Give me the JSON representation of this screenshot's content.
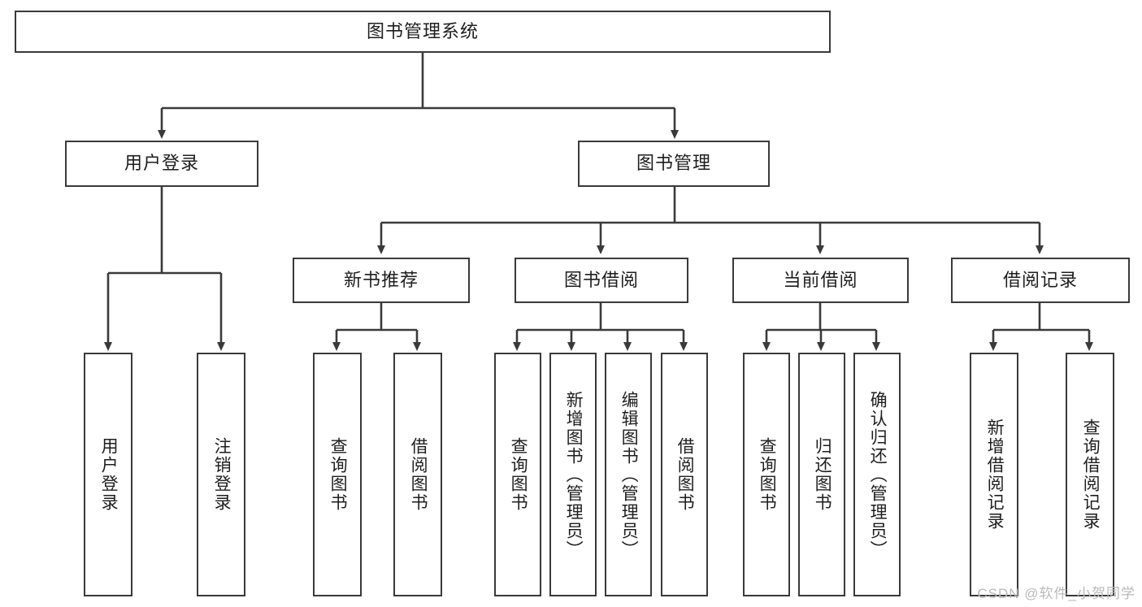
{
  "diagram": {
    "title": "图书管理系统",
    "watermark": "CSDN @软件_小贺同学",
    "line_color": "#3a3a3a",
    "box_fill": "#ffffff",
    "text_color": "#1e1e1e",
    "levels": {
      "root": {
        "label": "图书管理系统"
      },
      "level2": [
        {
          "label": "用户登录"
        },
        {
          "label": "图书管理"
        }
      ],
      "level3": [
        {
          "label": "新书推荐"
        },
        {
          "label": "图书借阅"
        },
        {
          "label": "当前借阅"
        },
        {
          "label": "借阅记录"
        }
      ],
      "leaves": [
        {
          "label": "用户登录",
          "parent": "用户登录"
        },
        {
          "label": "注销登录",
          "parent": "用户登录"
        },
        {
          "label": "查询图书",
          "parent": "新书推荐"
        },
        {
          "label": "借阅图书",
          "parent": "新书推荐"
        },
        {
          "label": "查询图书",
          "parent": "图书借阅"
        },
        {
          "label": "新增图书（管理员）",
          "parent": "图书借阅"
        },
        {
          "label": "编辑图书（管理员）",
          "parent": "图书借阅"
        },
        {
          "label": "借阅图书",
          "parent": "图书借阅"
        },
        {
          "label": "查询图书",
          "parent": "当前借阅"
        },
        {
          "label": "归还图书",
          "parent": "当前借阅"
        },
        {
          "label": "确认归还（管理员）",
          "parent": "当前借阅"
        },
        {
          "label": "新增借阅记录",
          "parent": "借阅记录"
        },
        {
          "label": "查询借阅记录",
          "parent": "借阅记录"
        }
      ]
    }
  }
}
